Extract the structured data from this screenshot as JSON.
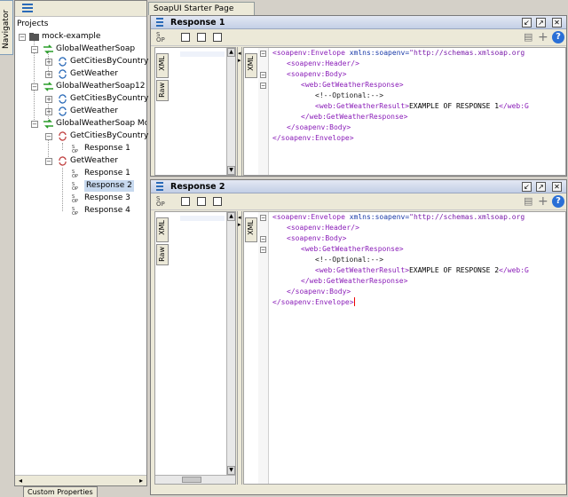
{
  "navigator": {
    "label": "Navigator"
  },
  "tree": {
    "root": "Projects",
    "items": [
      {
        "label": "mock-example",
        "level": 1
      },
      {
        "label": "GlobalWeatherSoap",
        "level": 2
      },
      {
        "label": "GetCitiesByCountry",
        "level": 3
      },
      {
        "label": "GetWeather",
        "level": 3
      },
      {
        "label": "GlobalWeatherSoap12",
        "level": 2
      },
      {
        "label": "GetCitiesByCountry",
        "level": 3
      },
      {
        "label": "GetWeather",
        "level": 3
      },
      {
        "label": "GlobalWeatherSoap Mo",
        "level": 2
      },
      {
        "label": "GetCitiesByCountry",
        "level": 3
      },
      {
        "label": "Response 1",
        "level": 4
      },
      {
        "label": "GetWeather",
        "level": 3
      },
      {
        "label": "Response 1",
        "level": 4
      },
      {
        "label": "Response 2",
        "level": 4,
        "selected": true
      },
      {
        "label": "Response 3",
        "level": 4
      },
      {
        "label": "Response 4",
        "level": 4
      }
    ],
    "bottom_tab": "Custom Properties"
  },
  "main": {
    "starter_tab": "SoapUI Starter Page"
  },
  "responses": [
    {
      "title": "Response 1",
      "tabs": {
        "xml": "XML",
        "raw": "Raw"
      },
      "xml": {
        "envelope_open": "<soapenv:Envelope",
        "ns_attr": " xmlns:soapenv=",
        "ns_val": "\"http://schemas.xmlsoap.org",
        "header": "<soapenv:Header/>",
        "body_open": "<soapenv:Body>",
        "resp_open": "<web:GetWeatherResponse>",
        "comment": "<!--Optional:-->",
        "result_open": "<web:GetWeatherResult>",
        "result_text": "EXAMPLE OF RESPONSE 1",
        "result_close": "</web:G",
        "resp_close": "</web:GetWeatherResponse>",
        "body_close": "</soapenv:Body>",
        "envelope_close": "</soapenv:Envelope>"
      }
    },
    {
      "title": "Response 2",
      "tabs": {
        "xml": "XML",
        "raw": "Raw"
      },
      "xml": {
        "envelope_open": "<soapenv:Envelope",
        "ns_attr": " xmlns:soapenv=",
        "ns_val": "\"http://schemas.xmlsoap.org",
        "header": "<soapenv:Header/>",
        "body_open": "<soapenv:Body>",
        "resp_open": "<web:GetWeatherResponse>",
        "comment": "<!--Optional:-->",
        "result_open": "<web:GetWeatherResult>",
        "result_text": "EXAMPLE OF RESPONSE 2",
        "result_close": "</web:G",
        "resp_close": "</web:GetWeatherResponse>",
        "body_close": "</soapenv:Body>",
        "envelope_close": "</soapenv:Envelope>"
      }
    }
  ],
  "icons": {
    "project": "folder-icon",
    "interface": "arrows-icon",
    "operation": "cycle-icon",
    "response": "response-icon"
  },
  "colors": {
    "tag": "#8a1db8",
    "value": "#7a1aaa",
    "selection": "#c7d9ef",
    "help": "#2a6fd6"
  }
}
